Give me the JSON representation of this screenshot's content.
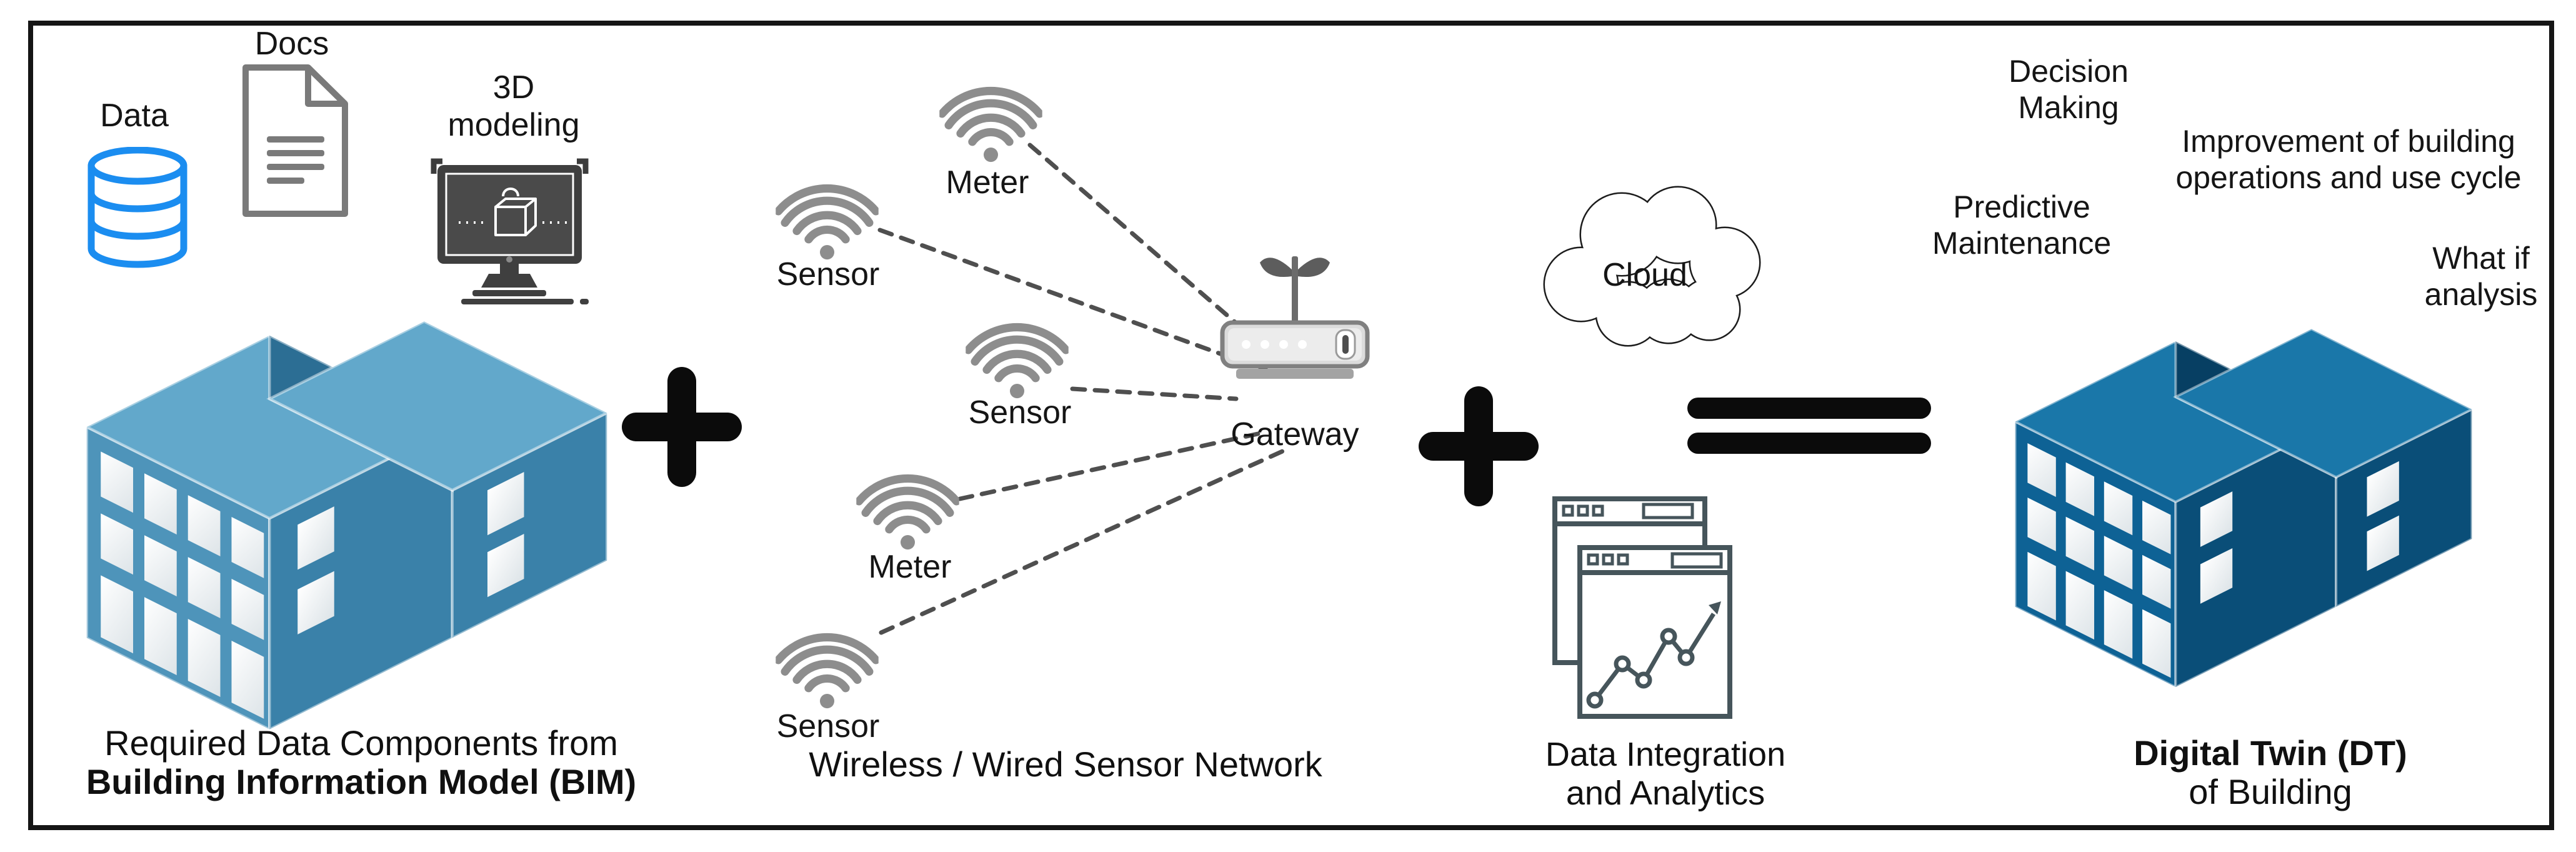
{
  "colors": {
    "bim_building": "#4e94ba",
    "dt_building": "#0e6295",
    "database_icon": "#1b8df0",
    "wifi_icon": "#8d8d8d",
    "dashed_line": "#4f4f4f",
    "text": "#111111"
  },
  "bim": {
    "data_label": "Data",
    "docs_label": "Docs",
    "modeling_label_line1": "3D",
    "modeling_label_line2": "modeling",
    "caption_line1": "Required Data Components from",
    "caption_line2": "Building Information Model (BIM)"
  },
  "network": {
    "nodes": [
      "Meter",
      "Sensor",
      "Sensor",
      "Meter",
      "Sensor"
    ],
    "gateway_label": "Gateway",
    "caption": "Wireless / Wired Sensor Network"
  },
  "cloud": {
    "label": "Cloud"
  },
  "analytics": {
    "caption_line1": "Data Integration",
    "caption_line2": "and Analytics"
  },
  "digital_twin": {
    "label_decision_line1": "Decision",
    "label_decision_line2": "Making",
    "label_improvement_line1": "Improvement of building",
    "label_improvement_line2": "operations and use cycle",
    "label_predictive_line1": "Predictive",
    "label_predictive_line2": "Maintenance",
    "label_whatif_line1": "What if",
    "label_whatif_line2": "analysis",
    "caption_line1": "Digital Twin (DT)",
    "caption_line2": "of Building"
  },
  "operators": {
    "plus": "+",
    "equals": "="
  }
}
